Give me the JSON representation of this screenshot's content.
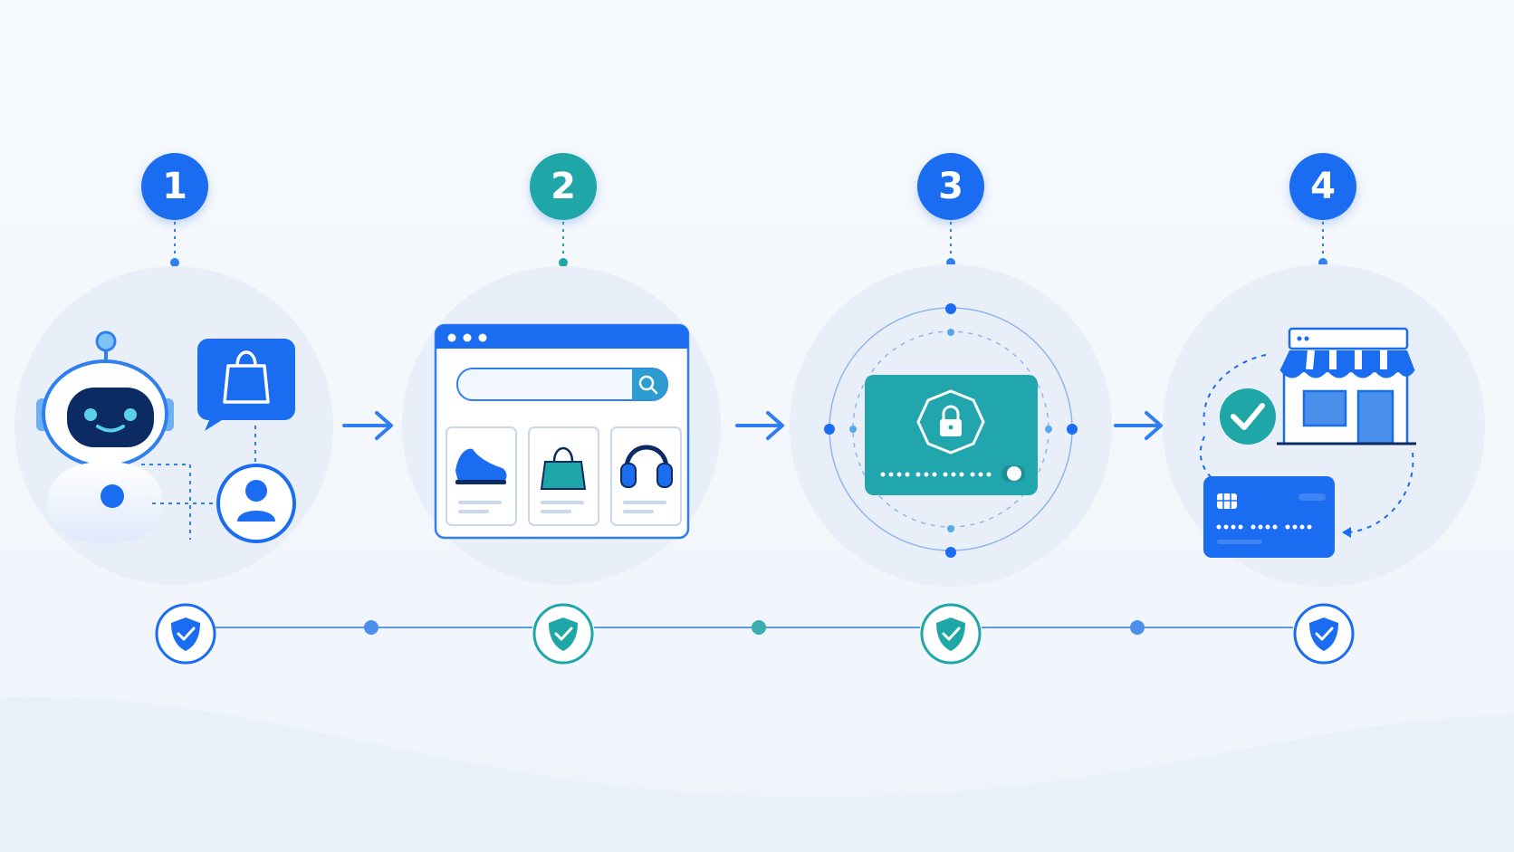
{
  "steps": [
    {
      "number": "1",
      "icon": "robot-assistant-icon",
      "color": "#1a6cf0"
    },
    {
      "number": "2",
      "icon": "online-store-browser-icon",
      "color": "#1fa7a8"
    },
    {
      "number": "3",
      "icon": "secure-payment-lock-icon",
      "color": "#1a6cf0"
    },
    {
      "number": "4",
      "icon": "merchant-storefront-icon",
      "color": "#1a6cf0"
    }
  ],
  "colors": {
    "blue": "#1a6cf0",
    "teal": "#1fa7a8",
    "navy": "#0b2a6b",
    "light_circle": "#eaf0f8"
  },
  "timeline_icons": [
    "shield-check-icon",
    "shield-check-icon",
    "shield-check-icon",
    "shield-check-icon"
  ]
}
